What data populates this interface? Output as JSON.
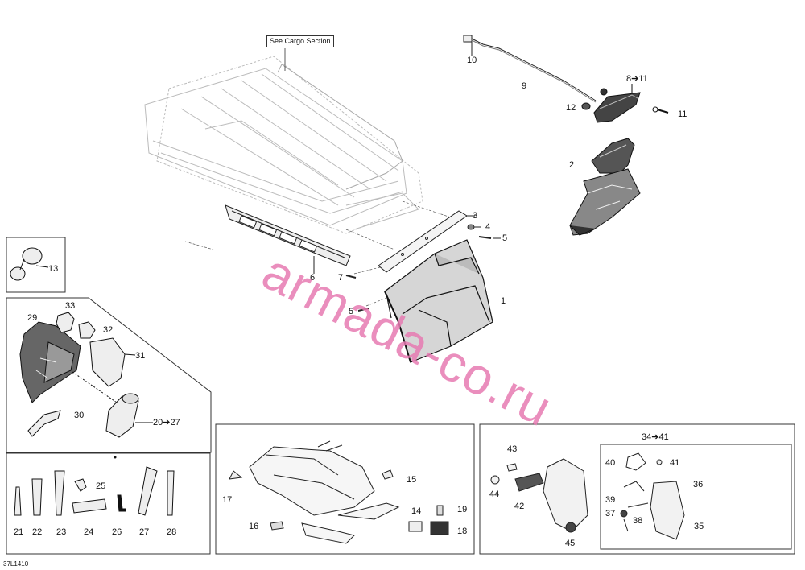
{
  "cargo_note": "See Cargo Section",
  "diagram_code": "37L1410",
  "watermark": "armada-co.ru",
  "callouts": {
    "p10": "10",
    "p9": "9",
    "p8_11": "8➔11",
    "p12": "12",
    "p11": "11",
    "p2": "2",
    "p3": "3",
    "p4": "4",
    "p5a": "5",
    "p6": "6",
    "p7": "7",
    "p5b": "5",
    "p1": "1",
    "p13": "13",
    "p33": "33",
    "p29": "29",
    "p32": "32",
    "p31": "31",
    "p30": "30",
    "p20_27": "20➔27",
    "p25": "25",
    "p21": "21",
    "p22": "22",
    "p23": "23",
    "p24": "24",
    "p26": "26",
    "p27": "27",
    "p28": "28",
    "p15": "15",
    "p17": "17",
    "p14": "14",
    "p19": "19",
    "p16": "16",
    "p18": "18",
    "p43": "43",
    "p44": "44",
    "p42": "42",
    "p45": "45",
    "p34_41": "34➔41",
    "p40": "40",
    "p41": "41",
    "p36": "36",
    "p39": "39",
    "p37": "37",
    "p38": "38",
    "p35": "35"
  }
}
